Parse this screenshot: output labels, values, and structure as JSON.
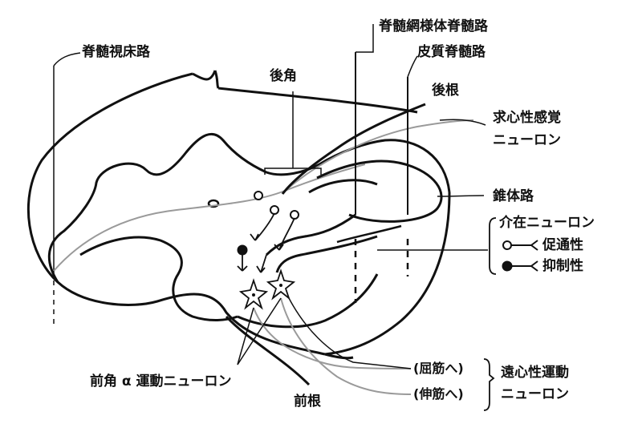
{
  "labels": {
    "spinothalamic_tract": "脊髄視床路",
    "reticulospinal_tract": "脊髄網様体脊髄路",
    "corticospinal_tract": "皮質脊髄路",
    "posterior_horn": "後角",
    "posterior_root": "後根",
    "afferent_neuron_line1": "求心性感覚",
    "afferent_neuron_line2": "ニューロン",
    "pyramidal_tract": "錐体路",
    "interneuron": "介在ニューロン",
    "facilitatory": "促通性",
    "inhibitory": "抑制性",
    "flexor": "(屈筋へ)",
    "extensor": "(伸筋へ)",
    "efferent_neuron_line1": "遠心性運動",
    "efferent_neuron_line2": "ニューロン",
    "anterior_horn_motor_neuron": "前角 α 運動ニューロン",
    "anterior_root": "前根"
  },
  "colors": {
    "ink": "#111111",
    "gray_pathway": "#9a9a9a",
    "background": "#ffffff"
  },
  "legend": {
    "facilitatory_symbol": "open-circle",
    "inhibitory_symbol": "filled-circle"
  }
}
